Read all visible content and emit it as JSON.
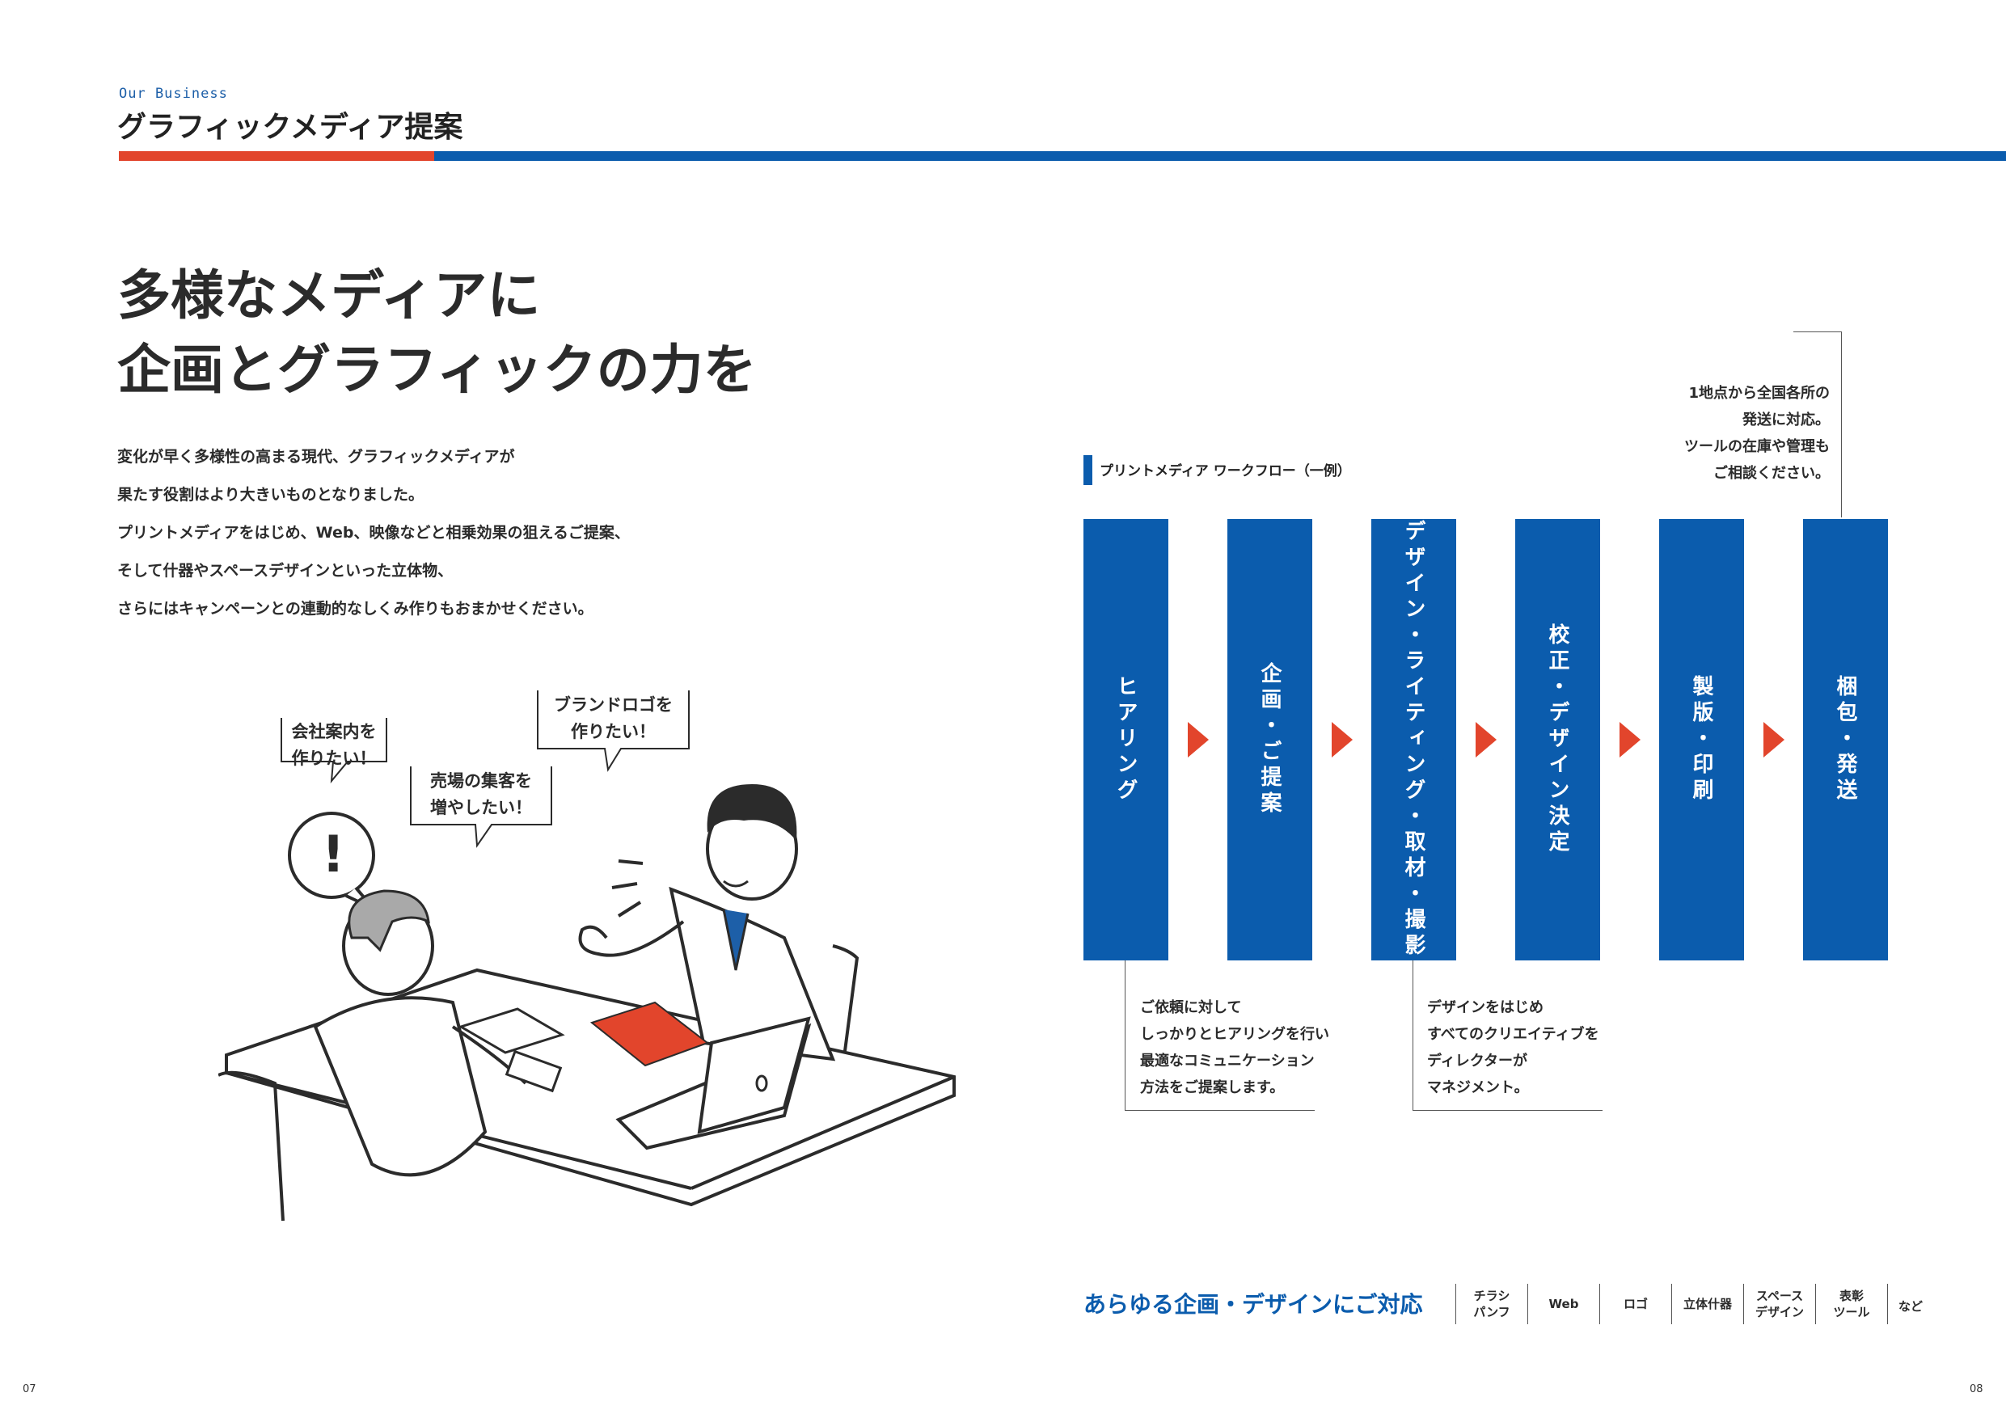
{
  "header": {
    "eyebrow": "Our Business",
    "title": "グラフィックメディア提案"
  },
  "main": {
    "headline_line1": "多様なメディアに",
    "headline_line2": "企画とグラフィックの力を",
    "body": [
      "変化が早く多様性の高まる現代、グラフィックメディアが",
      "果たす役割はより大きいものとなりました。",
      "プリントメディアをはじめ、Web、映像などと相乗効果の狙えるご提案、",
      "そして什器やスペースデザインといった立体物、",
      "さらにはキャンペーンとの連動的なしくみ作りもおまかせください。"
    ]
  },
  "illustration": {
    "bubble1": [
      "会社案内を",
      "作りたい！"
    ],
    "bubble2": [
      "売場の集客を",
      "増やしたい！"
    ],
    "bubble3": [
      "ブランドロゴを",
      "作りたい！"
    ],
    "exclaim": "!"
  },
  "workflow": {
    "label": "プリントメディア ワークフロー（一例）",
    "steps": [
      "ヒアリング",
      "企画・ご提案",
      "デザイン・ライティング・取材・撮影",
      "校正・デザイン決定",
      "製版・印刷",
      "梱包・発送"
    ],
    "note_top": [
      "1地点から全国各所の",
      "発送に対応。",
      "ツールの在庫や管理も",
      "ご相談ください。"
    ],
    "note_left": [
      "ご依頼に対して",
      "しっかりとヒアリングを行い",
      "最適なコミュニケーション",
      "方法をご提案します。"
    ],
    "note_mid": [
      "デザインをはじめ",
      "すべてのクリエイティブを",
      "ディレクターが",
      "マネジメント。"
    ]
  },
  "footer": {
    "caption": "あらゆる企画・デザインにご対応",
    "tags": [
      [
        "チラシ",
        "パンフ"
      ],
      [
        "Web"
      ],
      [
        "ロゴ"
      ],
      [
        "立体什器"
      ],
      [
        "スペース",
        "デザイン"
      ],
      [
        "表彰",
        "ツール"
      ]
    ],
    "tag_last": "など",
    "page_left": "07",
    "page_right": "08"
  },
  "colors": {
    "accent_blue": "#0b5cad",
    "accent_red": "#e2452c"
  }
}
